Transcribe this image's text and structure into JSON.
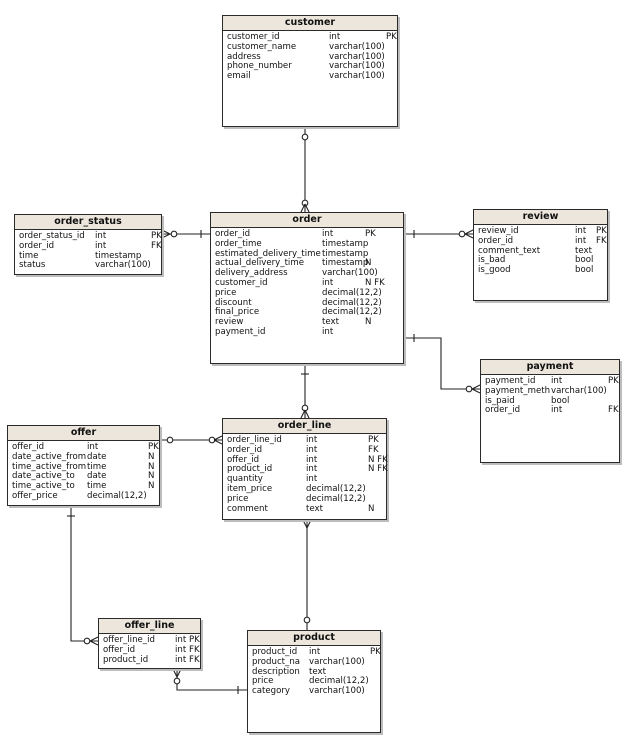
{
  "entities": [
    {
      "key": "customer",
      "title": "customer",
      "attributes": [
        {
          "name": "customer_id",
          "type": "int",
          "flags": "PK"
        },
        {
          "name": "customer_name",
          "type": "varchar(100)",
          "flags": ""
        },
        {
          "name": "address",
          "type": "varchar(100)",
          "flags": ""
        },
        {
          "name": "phone_number",
          "type": "varchar(100)",
          "flags": ""
        },
        {
          "name": "email",
          "type": "varchar(100)",
          "flags": ""
        }
      ]
    },
    {
      "key": "order_status",
      "title": "order_status",
      "attributes": [
        {
          "name": "order_status_id",
          "type": "int",
          "flags": "PK"
        },
        {
          "name": "order_id",
          "type": "int",
          "flags": "FK"
        },
        {
          "name": "time",
          "type": "timestamp",
          "flags": ""
        },
        {
          "name": "status",
          "type": "varchar(100)",
          "flags": ""
        }
      ]
    },
    {
      "key": "order",
      "title": "order",
      "attributes": [
        {
          "name": "order_id",
          "type": "int",
          "flags": "PK"
        },
        {
          "name": "order_time",
          "type": "timestamp",
          "flags": ""
        },
        {
          "name": "estimated_delivery_time",
          "type": "timestamp",
          "flags": ""
        },
        {
          "name": "actual_delivery_time",
          "type": "timestamp",
          "flags": "N"
        },
        {
          "name": "delivery_address",
          "type": "varchar(100)",
          "flags": ""
        },
        {
          "name": "customer_id",
          "type": "int",
          "flags": "N FK"
        },
        {
          "name": "price",
          "type": "decimal(12,2)",
          "flags": ""
        },
        {
          "name": "discount",
          "type": "decimal(12,2)",
          "flags": ""
        },
        {
          "name": "final_price",
          "type": "decimal(12,2)",
          "flags": ""
        },
        {
          "name": "review",
          "type": "text",
          "flags": "N"
        },
        {
          "name": "payment_id",
          "type": "int",
          "flags": ""
        }
      ]
    },
    {
      "key": "review",
      "title": "review",
      "attributes": [
        {
          "name": "review_id",
          "type": "int",
          "flags": "PK"
        },
        {
          "name": "order_id",
          "type": "int",
          "flags": "FK"
        },
        {
          "name": "comment_text",
          "type": "text",
          "flags": ""
        },
        {
          "name": "is_bad",
          "type": "bool",
          "flags": ""
        },
        {
          "name": "is_good",
          "type": "bool",
          "flags": ""
        }
      ]
    },
    {
      "key": "payment",
      "title": "payment",
      "attributes": [
        {
          "name": "payment_id",
          "type": "int",
          "flags": "PK"
        },
        {
          "name": "payment_meth",
          "type": "varchar(100)",
          "flags": ""
        },
        {
          "name": "is_paid",
          "type": "bool",
          "flags": ""
        },
        {
          "name": "order_id",
          "type": "int",
          "flags": "FK"
        }
      ]
    },
    {
      "key": "offer",
      "title": "offer",
      "attributes": [
        {
          "name": "offer_id",
          "type": "int",
          "flags": "PK"
        },
        {
          "name": "date_active_from",
          "type": "date",
          "flags": "N"
        },
        {
          "name": "time_active_from",
          "type": "time",
          "flags": "N"
        },
        {
          "name": "date_active_to",
          "type": "date",
          "flags": "N"
        },
        {
          "name": "time_active_to",
          "type": "time",
          "flags": "N"
        },
        {
          "name": "offer_price",
          "type": "decimal(12,2)",
          "flags": ""
        }
      ]
    },
    {
      "key": "order_line",
      "title": "order_line",
      "attributes": [
        {
          "name": "order_line_id",
          "type": "int",
          "flags": "PK"
        },
        {
          "name": "order_id",
          "type": "int",
          "flags": "FK"
        },
        {
          "name": "offer_id",
          "type": "int",
          "flags": "N FK"
        },
        {
          "name": "product_id",
          "type": "int",
          "flags": "N FK"
        },
        {
          "name": "quantity",
          "type": "int",
          "flags": ""
        },
        {
          "name": "item_price",
          "type": "decimal(12,2)",
          "flags": ""
        },
        {
          "name": "price",
          "type": "decimal(12,2)",
          "flags": ""
        },
        {
          "name": "comment",
          "type": "text",
          "flags": "N"
        }
      ]
    },
    {
      "key": "offer_line",
      "title": "offer_line",
      "attributes": [
        {
          "name": "offer_line_id",
          "type": "int",
          "flags": "PK"
        },
        {
          "name": "offer_id",
          "type": "int",
          "flags": "FK"
        },
        {
          "name": "product_id",
          "type": "int",
          "flags": "FK"
        }
      ]
    },
    {
      "key": "product",
      "title": "product",
      "attributes": [
        {
          "name": "product_id",
          "type": "int",
          "flags": "PK"
        },
        {
          "name": "product_na",
          "type": "varchar(100)",
          "flags": ""
        },
        {
          "name": "description",
          "type": "text",
          "flags": ""
        },
        {
          "name": "price",
          "type": "decimal(12,2)",
          "flags": ""
        },
        {
          "name": "category",
          "type": "varchar(100)",
          "flags": ""
        }
      ]
    }
  ],
  "relationships": [
    {
      "from": "customer",
      "to": "order",
      "from_end": "zero-or-one",
      "to_end": "zero-or-many"
    },
    {
      "from": "order_status",
      "to": "order",
      "from_end": "zero-or-many",
      "to_end": "one"
    },
    {
      "from": "order",
      "to": "review",
      "from_end": "one",
      "to_end": "zero-or-many"
    },
    {
      "from": "order",
      "to": "payment",
      "from_end": "one",
      "to_end": "zero-or-many"
    },
    {
      "from": "order",
      "to": "order_line",
      "from_end": "one",
      "to_end": "zero-or-many"
    },
    {
      "from": "offer",
      "to": "order_line",
      "from_end": "zero-or-one",
      "to_end": "zero-or-many"
    },
    {
      "from": "order_line",
      "to": "product",
      "from_end": "many",
      "to_end": "zero-or-one"
    },
    {
      "from": "offer",
      "to": "offer_line",
      "from_end": "one",
      "to_end": "zero-or-many"
    },
    {
      "from": "offer_line",
      "to": "product",
      "from_end": "zero-or-many",
      "to_end": "one"
    }
  ]
}
